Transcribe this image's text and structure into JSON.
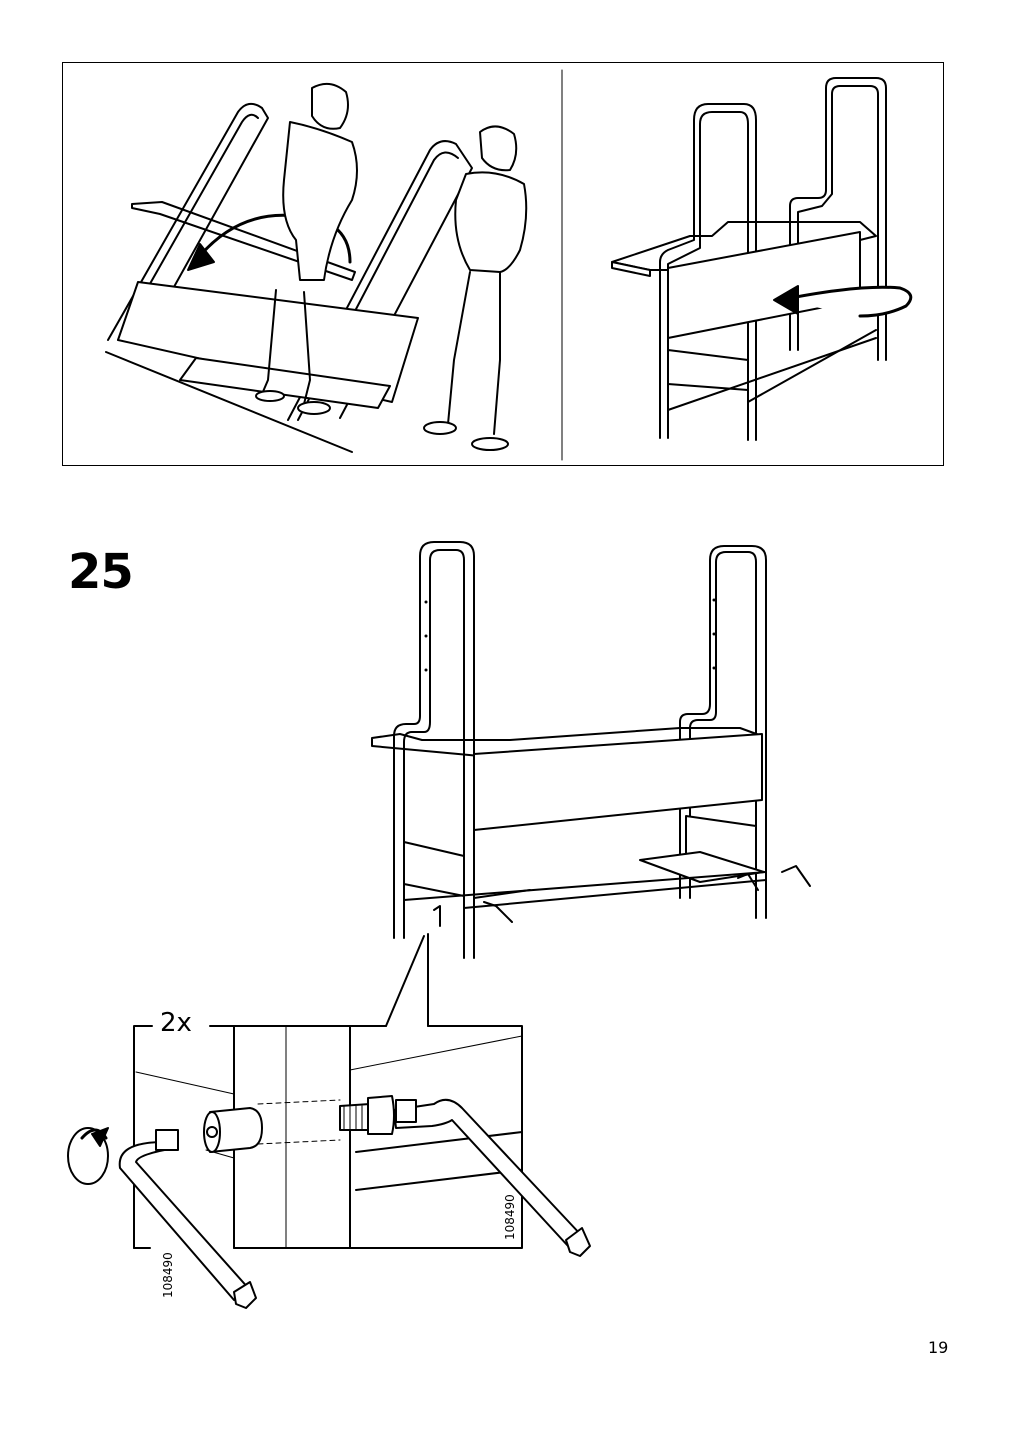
{
  "step": {
    "number": "25"
  },
  "detail": {
    "quantity": "2x",
    "part_number_left": "108490",
    "part_number_right": "108490"
  },
  "page": {
    "number": "19"
  },
  "icons": [
    "rotate-clockwise-icon",
    "turn-arrow-icon"
  ]
}
